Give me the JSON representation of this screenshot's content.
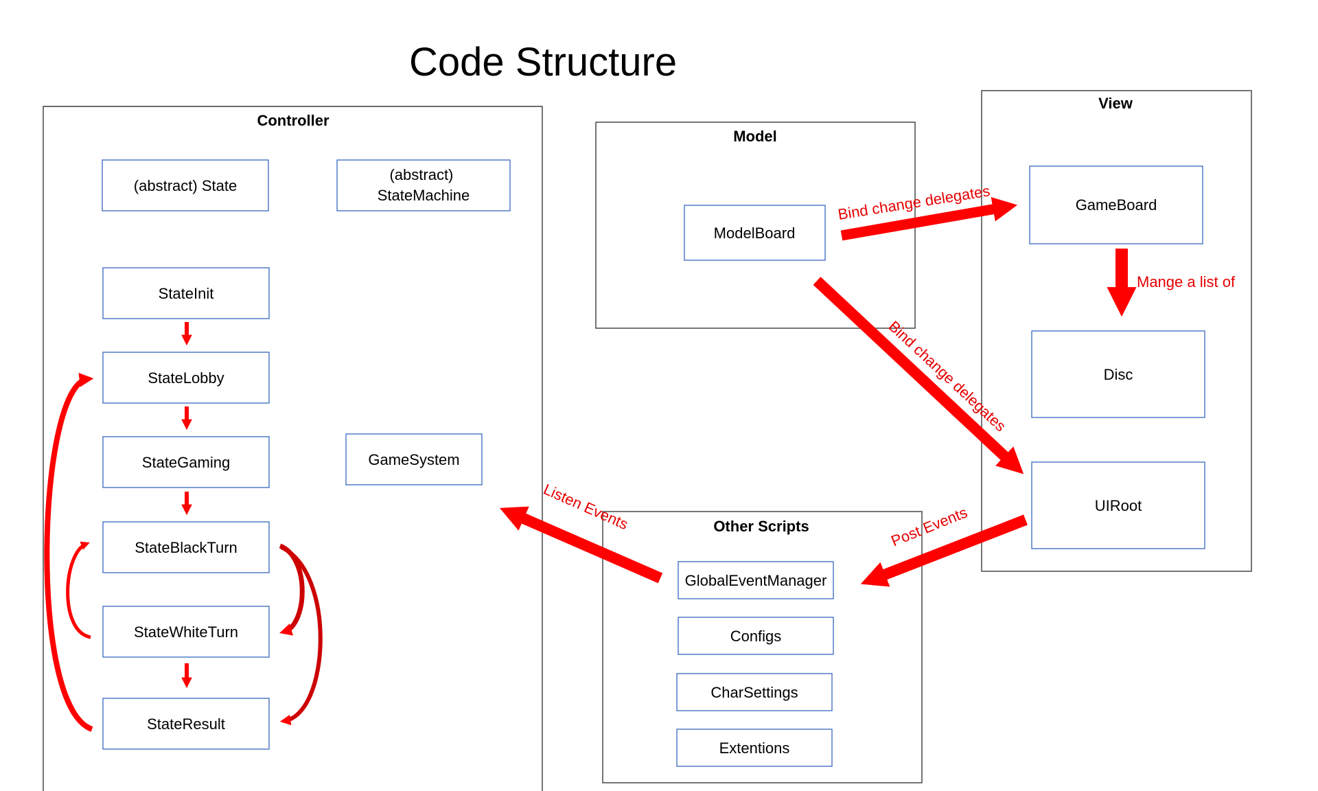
{
  "title": "Code Structure",
  "colors": {
    "arrow": "#FF0000",
    "node_border": "#4472C4",
    "frame": "#3a3a3a",
    "label_red": "#E60000"
  },
  "groups": {
    "controller": "Controller",
    "model": "Model",
    "view": "View",
    "other_scripts": "Other Scripts"
  },
  "nodes": {
    "abstract_state": [
      "(abstract) State"
    ],
    "abstract_state_machine": [
      "(abstract)",
      "StateMachine"
    ],
    "state_init": [
      "StateInit"
    ],
    "state_lobby": [
      "StateLobby"
    ],
    "state_gaming": [
      "StateGaming"
    ],
    "state_black_turn": [
      "StateBlackTurn"
    ],
    "state_white_turn": [
      "StateWhiteTurn"
    ],
    "state_result": [
      "StateResult"
    ],
    "game_system": [
      "GameSystem"
    ],
    "model_board": [
      "ModelBoard"
    ],
    "game_board": [
      "GameBoard"
    ],
    "disc": [
      "Disc"
    ],
    "ui_root": [
      "UIRoot"
    ],
    "global_event_manager": [
      "GlobalEventManager"
    ],
    "configs": [
      "Configs"
    ],
    "char_settings": [
      "CharSettings"
    ],
    "extentions": [
      "Extentions"
    ]
  },
  "edge_labels": {
    "bind_change_delegates_view": "Bind change delegates",
    "bind_change_delegates_ui": "Bind change delegates",
    "mange_a_list_of": "Mange a list of",
    "post_events": "Post Events",
    "listen_events": "Listen Events"
  }
}
